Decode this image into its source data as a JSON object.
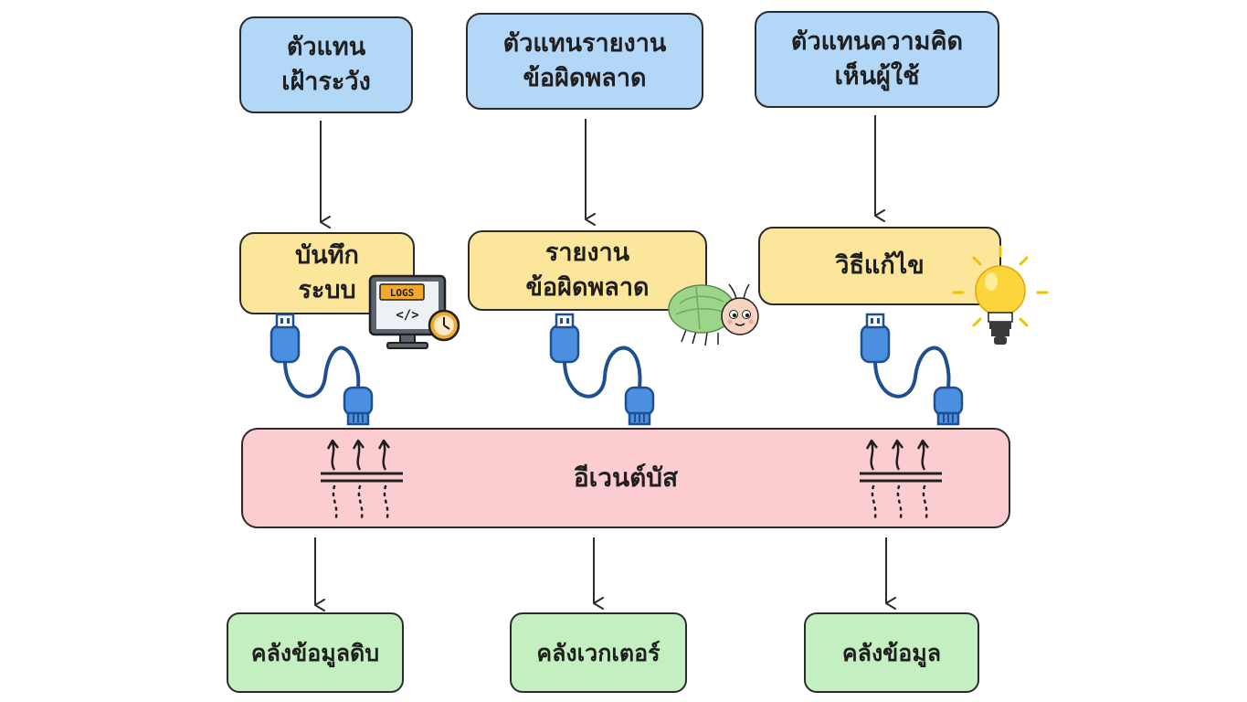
{
  "agents": [
    {
      "label": "ตัวแทน\nเฝ้าระวัง"
    },
    {
      "label": "ตัวแทนรายงาน\nข้อผิดพลาด"
    },
    {
      "label": "ตัวแทนความคิด\nเห็นผู้ใช้"
    }
  ],
  "topics": [
    {
      "label": "บันทึก\nระบบ"
    },
    {
      "label": "รายงาน\nข้อผิดพลาด"
    },
    {
      "label": "วิธีแก้ไข"
    }
  ],
  "bus": {
    "label": "อีเวนต์บัส"
  },
  "stores": [
    {
      "label": "คลังข้อมูลดิบ"
    },
    {
      "label": "คลังเวกเตอร์"
    },
    {
      "label": "คลังข้อมูล"
    }
  ],
  "icons": {
    "logs_monitor_text": "LOGS",
    "logs_monitor_code": "</>"
  },
  "colors": {
    "agent": "#b3d7f7",
    "topic": "#fbe69c",
    "bus": "#fbcdd0",
    "store": "#c4efc0",
    "cable": "#1f4f8f",
    "plug": "#4a8fe0"
  }
}
